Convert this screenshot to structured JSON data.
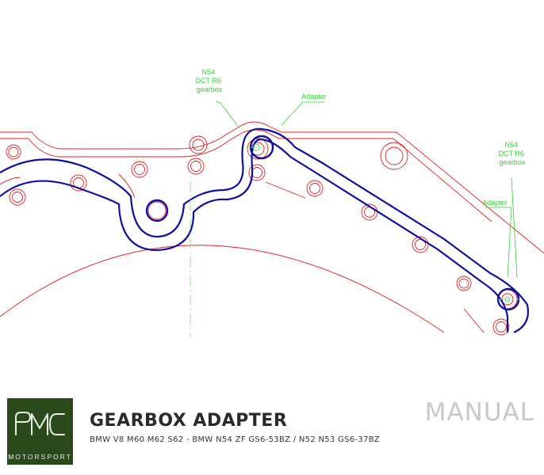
{
  "drawing": {
    "labels": {
      "n54_top": [
        "N54",
        "DCT R6",
        "gearbox"
      ],
      "adapter_top": "Adapter",
      "n54_right": [
        "N54",
        "DCT R6",
        "gearbox"
      ],
      "adapter_right": "Adapter"
    },
    "colors": {
      "outline": "#e02020",
      "adapter": "#1010a0",
      "annotation": "#34d034",
      "centerline": "#7ad67a"
    }
  },
  "footer": {
    "brand": "MOTORSPORT",
    "title": "GEARBOX ADAPTER",
    "subtitle": "BMW V8 M60 M62 S62 - BMW N54 ZF GS6-53BZ / N52 N53 GS6-37BZ",
    "badge": "MANUAL",
    "brand_color": "#2a4a1c"
  }
}
